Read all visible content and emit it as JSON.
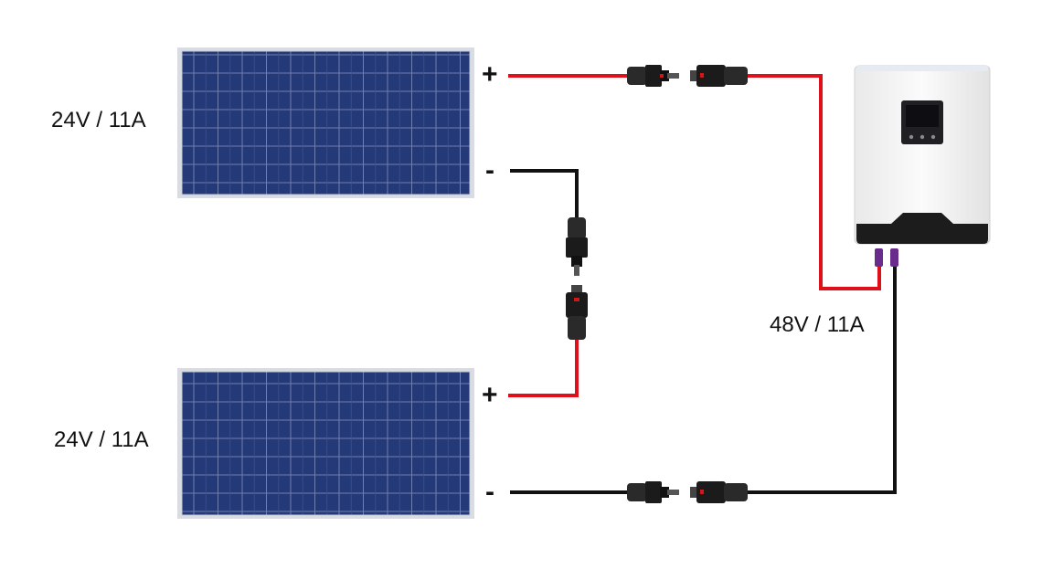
{
  "panels": [
    {
      "label": "24V / 11A",
      "positive": "+",
      "negative": "-"
    },
    {
      "label": "24V / 11A",
      "positive": "+",
      "negative": "-"
    }
  ],
  "controller": {
    "label": "48V / 11A"
  },
  "colors": {
    "positive_wire": "#e0101a",
    "negative_wire": "#111111",
    "panel_cell": "#243a78",
    "panel_frame": "#d9dde3",
    "terminal": "#6a2c8c",
    "controller_body": "#f4f4f4",
    "controller_base": "#1c1c1c"
  },
  "icons": [
    "solar-panel-icon",
    "mc4-connector-icon",
    "charge-controller-icon"
  ]
}
